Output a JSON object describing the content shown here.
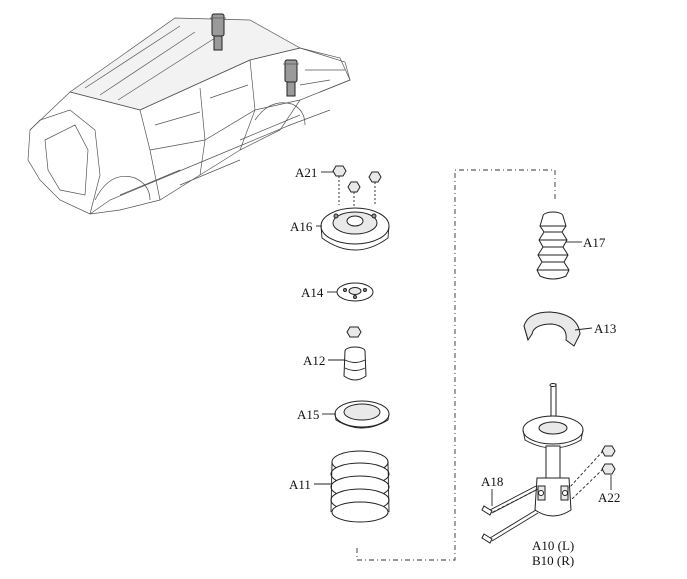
{
  "labels": {
    "a21": "A21",
    "a16": "A16",
    "a14": "A14",
    "a12": "A12",
    "a15": "A15",
    "a11": "A11",
    "a17": "A17",
    "a13": "A13",
    "a18": "A18",
    "a22": "A22",
    "a10": "A10 (L)",
    "b10": "B10 (R)"
  }
}
